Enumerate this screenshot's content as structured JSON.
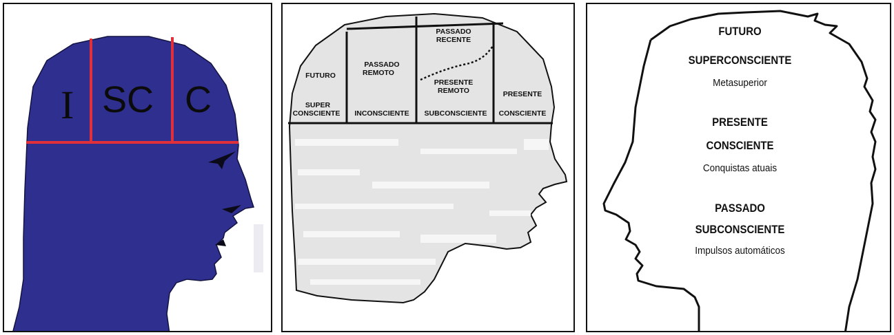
{
  "panels": [
    {
      "labels": {
        "left": "I",
        "middle": "SC",
        "right": "C"
      },
      "colors": {
        "head": "#2f2f8f",
        "lines": "#e0303a"
      }
    },
    {
      "sections": [
        {
          "top": "FUTURO",
          "bottom_l1": "SUPER",
          "bottom_l2": "CONSCIENTE"
        },
        {
          "top_l1": "PASSADO",
          "top_l2": "REMOTO",
          "bottom": "INCONSCIENTE"
        },
        {
          "top_l1": "PASSADO",
          "top_l2": "RECENTE",
          "mid_l1": "PRESENTE",
          "mid_l2": "REMOTO",
          "bottom": "SUBCONSCIENTE"
        },
        {
          "top": "PRESENTE",
          "bottom": "CONSCIENTE"
        }
      ],
      "colors": {
        "head": "#e4e4e4",
        "outline": "#111111"
      }
    },
    {
      "groups": [
        {
          "title": "FUTURO",
          "subtitle": "SUPERCONSCIENTE",
          "desc": "Metasuperior"
        },
        {
          "title": "PRESENTE",
          "subtitle": "CONSCIENTE",
          "desc": "Conquistas atuais"
        },
        {
          "title": "PASSADO",
          "subtitle": "SUBCONSCIENTE",
          "desc": "Impulsos automáticos"
        }
      ]
    }
  ]
}
